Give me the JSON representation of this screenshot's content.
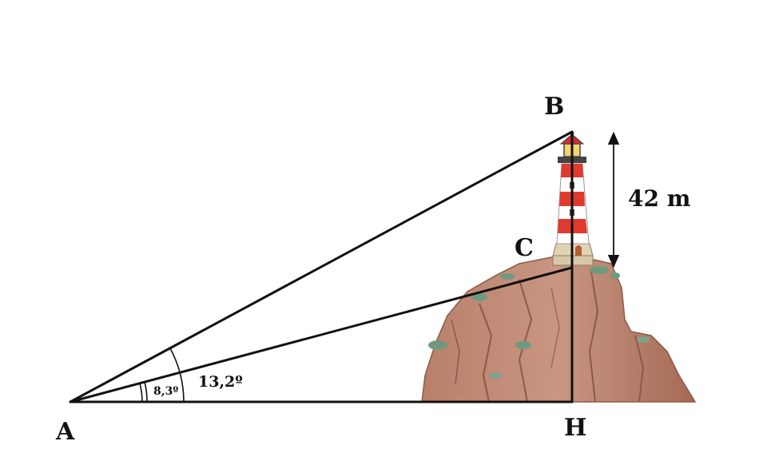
{
  "points": {
    "A": "A",
    "B": "B",
    "C": "C",
    "H": "H"
  },
  "angles": {
    "small": "8,3º",
    "large": "13,2º"
  },
  "height": "42 m"
}
